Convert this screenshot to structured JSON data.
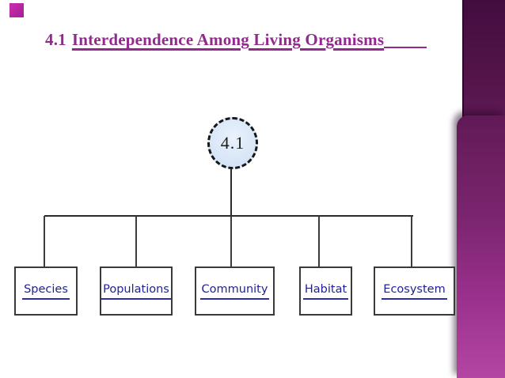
{
  "slide": {
    "title": {
      "prefix": "4.1",
      "underlined": "Interdependence Among Living Organisms"
    },
    "title_color": "#922a8e",
    "accent_square_color": "#b328a0"
  },
  "diagram": {
    "root": {
      "label": "4.1"
    },
    "children": [
      {
        "label": "Species"
      },
      {
        "label": "Populations"
      },
      {
        "label": "Community"
      },
      {
        "label": "Habitat"
      },
      {
        "label": "Ecosystem"
      }
    ],
    "node_fill": "#d8e6f7",
    "node_border": "#171717",
    "label_color": "#1f1f96",
    "connector_color": "#2b2b2b"
  },
  "sidebar": {
    "gradient_top": "#420d40",
    "gradient_bottom": "#b445a3"
  }
}
